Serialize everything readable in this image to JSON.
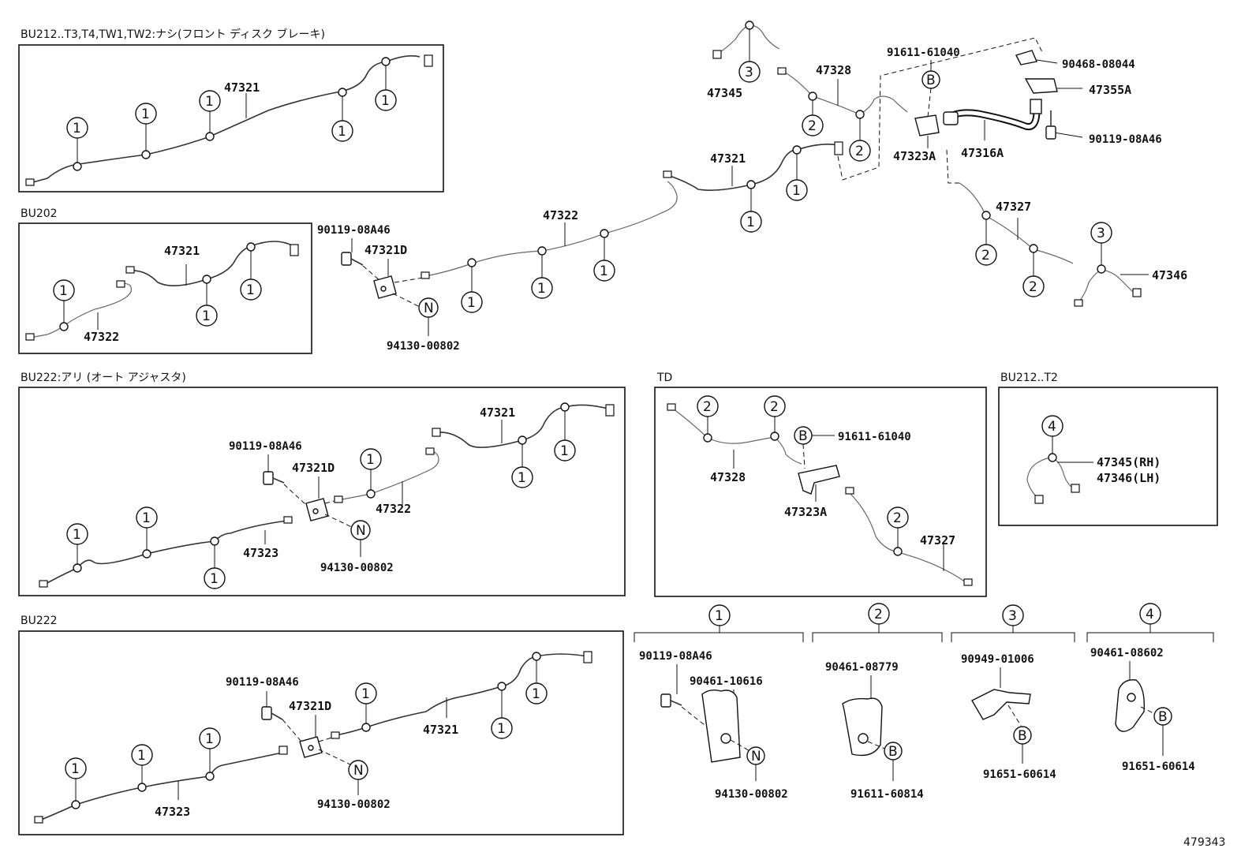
{
  "headers": {
    "bu212": "BU212..T3,T4,TW1,TW2:ナシ(フロント ディスク ブレーキ)",
    "bu202": "BU202",
    "bu222_ari": "BU222:アリ (オート アジャスタ)",
    "td": "TD",
    "bu212_t2": "BU212..T2",
    "bu222": "BU222"
  },
  "clamp_marks": {
    "one": "1",
    "two": "2",
    "three": "3",
    "four": "4",
    "b": "B",
    "n": "N"
  },
  "parts": {
    "p47321": "47321",
    "p47322": "47322",
    "p47323": "47323",
    "p47321D": "47321D",
    "p47323A": "47323A",
    "p47316A": "47316A",
    "p47327": "47327",
    "p47328": "47328",
    "p47345": "47345",
    "p47346": "47346",
    "p47355A": "47355A",
    "p47345rh": "47345(RH)",
    "p47346lh": "47346(LH)",
    "b9011908A46": "90119-08A46",
    "n9413000802": "94130-00802",
    "b9161161040": "91611-61040",
    "w9046808044": "90468-08044",
    "c9046110616": "90461-10616",
    "c9046108779": "90461-08779",
    "c9094901006": "90949-01006",
    "c9046108602": "90461-08602",
    "b9161160814": "91611-60814",
    "b9165160614": "91651-60614"
  },
  "illustration_number": "479343"
}
